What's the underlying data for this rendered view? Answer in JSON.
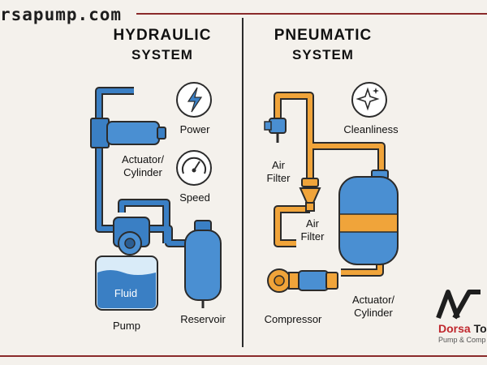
{
  "header": {
    "url_text": "rsapump.com"
  },
  "hydraulic": {
    "title_line1": "HYDRAULIC",
    "title_line2": "SYSTEM",
    "labels": {
      "power": "Power",
      "actuator_line1": "Actuator/",
      "actuator_line2": "Cylinder",
      "speed": "Speed",
      "fluid": "Fluid",
      "pump": "Pump",
      "reservoir": "Reservoir"
    }
  },
  "pneumatic": {
    "title_line1": "PNEUMATIC",
    "title_line2": "SYSTEM",
    "labels": {
      "cleanliness": "Cleanliness",
      "air_filter_top_line1": "Air",
      "air_filter_top_line2": "Filter",
      "air_filter_mid_line1": "Air",
      "air_filter_mid_line2": "Filter",
      "compressor": "Compressor",
      "actuator_line1": "Actuator/",
      "actuator_line2": "Cylinder"
    }
  },
  "brand": {
    "name_part1": "Dorsa",
    "name_part2": "To",
    "subtitle": "Pump & Comp"
  },
  "colors": {
    "hydraulic_blue": "#3a7fc4",
    "pneumatic_orange": "#f0a43a",
    "accent_red": "#8a2a2a"
  },
  "icons": [
    "lightning-icon",
    "speedometer-icon",
    "sparkles-icon"
  ]
}
